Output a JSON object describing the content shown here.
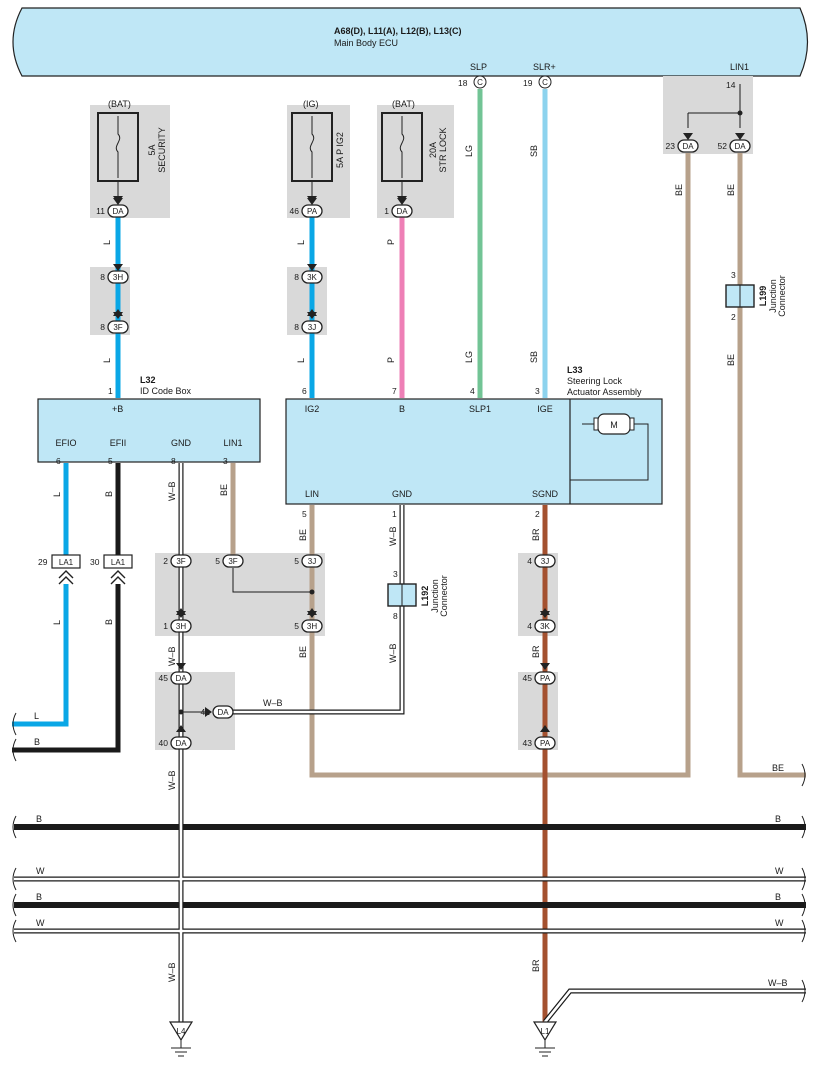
{
  "ecu": {
    "title": "A68(D), L11(A), L12(B), L13(C)",
    "subtitle": "Main Body ECU"
  },
  "ecu_pins": {
    "slp": {
      "name": "SLP",
      "pin": "18",
      "conn": "C"
    },
    "slr": {
      "name": "SLR+",
      "pin": "19",
      "conn": "C"
    },
    "lin1": {
      "name": "LIN1",
      "pin": "14"
    },
    "j23": {
      "pin": "23",
      "conn": "DA"
    },
    "j52": {
      "pin": "52",
      "conn": "DA"
    }
  },
  "fuses": [
    {
      "supply": "(BAT)",
      "rating": "5A",
      "name": "SECURITY",
      "pin": "11",
      "conn": "DA"
    },
    {
      "supply": "(IG)",
      "rating": "5A",
      "name": "P IG2",
      "pin": "46",
      "conn": "PA"
    },
    {
      "supply": "(BAT)",
      "rating": "20A",
      "name": "STR LOCK",
      "pin": "1",
      "conn": "DA"
    }
  ],
  "id_box": {
    "id": "L32",
    "name": "ID Code Box",
    "top_pin": "1",
    "top_label": "+B",
    "pins": [
      {
        "label": "EFIO",
        "num": "6"
      },
      {
        "label": "EFII",
        "num": "5"
      },
      {
        "label": "GND",
        "num": "8"
      },
      {
        "label": "LIN1",
        "num": "3"
      }
    ]
  },
  "lock": {
    "id": "L33",
    "name1": "Steering Lock",
    "name2": "Actuator Assembly",
    "motor": "M",
    "top_pins": [
      {
        "label": "IG2",
        "num": "6"
      },
      {
        "label": "B",
        "num": "7"
      },
      {
        "label": "SLP1",
        "num": "4"
      },
      {
        "label": "IGE",
        "num": "3"
      }
    ],
    "bottom_pins": [
      {
        "label": "LIN",
        "num": "5"
      },
      {
        "label": "GND",
        "num": "1"
      },
      {
        "label": "SGND",
        "num": "2"
      }
    ]
  },
  "junction_pins": {
    "a_top": {
      "num": "8",
      "conn": "3H"
    },
    "a_bot": {
      "num": "8",
      "conn": "3F"
    },
    "b_top": {
      "num": "8",
      "conn": "3K"
    },
    "b_bot": {
      "num": "8",
      "conn": "3J"
    },
    "c1": {
      "num": "2",
      "conn": "3F"
    },
    "c2": {
      "num": "5",
      "conn": "3F"
    },
    "c3": {
      "num": "5",
      "conn": "3J"
    },
    "c4": {
      "num": "1",
      "conn": "3H"
    },
    "c5": {
      "num": "5",
      "conn": "3H"
    },
    "d1": {
      "num": "4",
      "conn": "3J"
    },
    "d2": {
      "num": "4",
      "conn": "3K"
    },
    "e1": {
      "num": "45",
      "conn": "DA"
    },
    "e2": {
      "num": "41",
      "conn": "DA"
    },
    "e3": {
      "num": "40",
      "conn": "DA"
    },
    "f1": {
      "num": "45",
      "conn": "PA"
    },
    "f2": {
      "num": "43",
      "conn": "PA"
    }
  },
  "la1": [
    {
      "num": "29",
      "conn": "LA1"
    },
    {
      "num": "30",
      "conn": "LA1"
    }
  ],
  "jc_l199": {
    "id": "L199",
    "name1": "Junction",
    "name2": "Connector",
    "top": "3",
    "bot": "2"
  },
  "jc_l192": {
    "id": "L192",
    "name1": "Junction",
    "name2": "Connector",
    "top": "3",
    "bot": "8"
  },
  "wire_labels": {
    "L": "L",
    "P": "P",
    "LG": "LG",
    "SB": "SB",
    "BE": "BE",
    "B": "B",
    "WB": "W–B",
    "BR": "BR",
    "W": "W"
  },
  "grounds": {
    "left": "L4",
    "right": "L1"
  },
  "colors": {
    "L": "#0aa7e6",
    "P": "#ee7fb6",
    "LG": "#72c495",
    "SB": "#8dd3ee",
    "BE": "#b7a18b",
    "B": "#1a1a1a",
    "BR": "#a4512f",
    "component_fill": "#bfe7f6",
    "splice_fill": "#d9d9d9"
  }
}
